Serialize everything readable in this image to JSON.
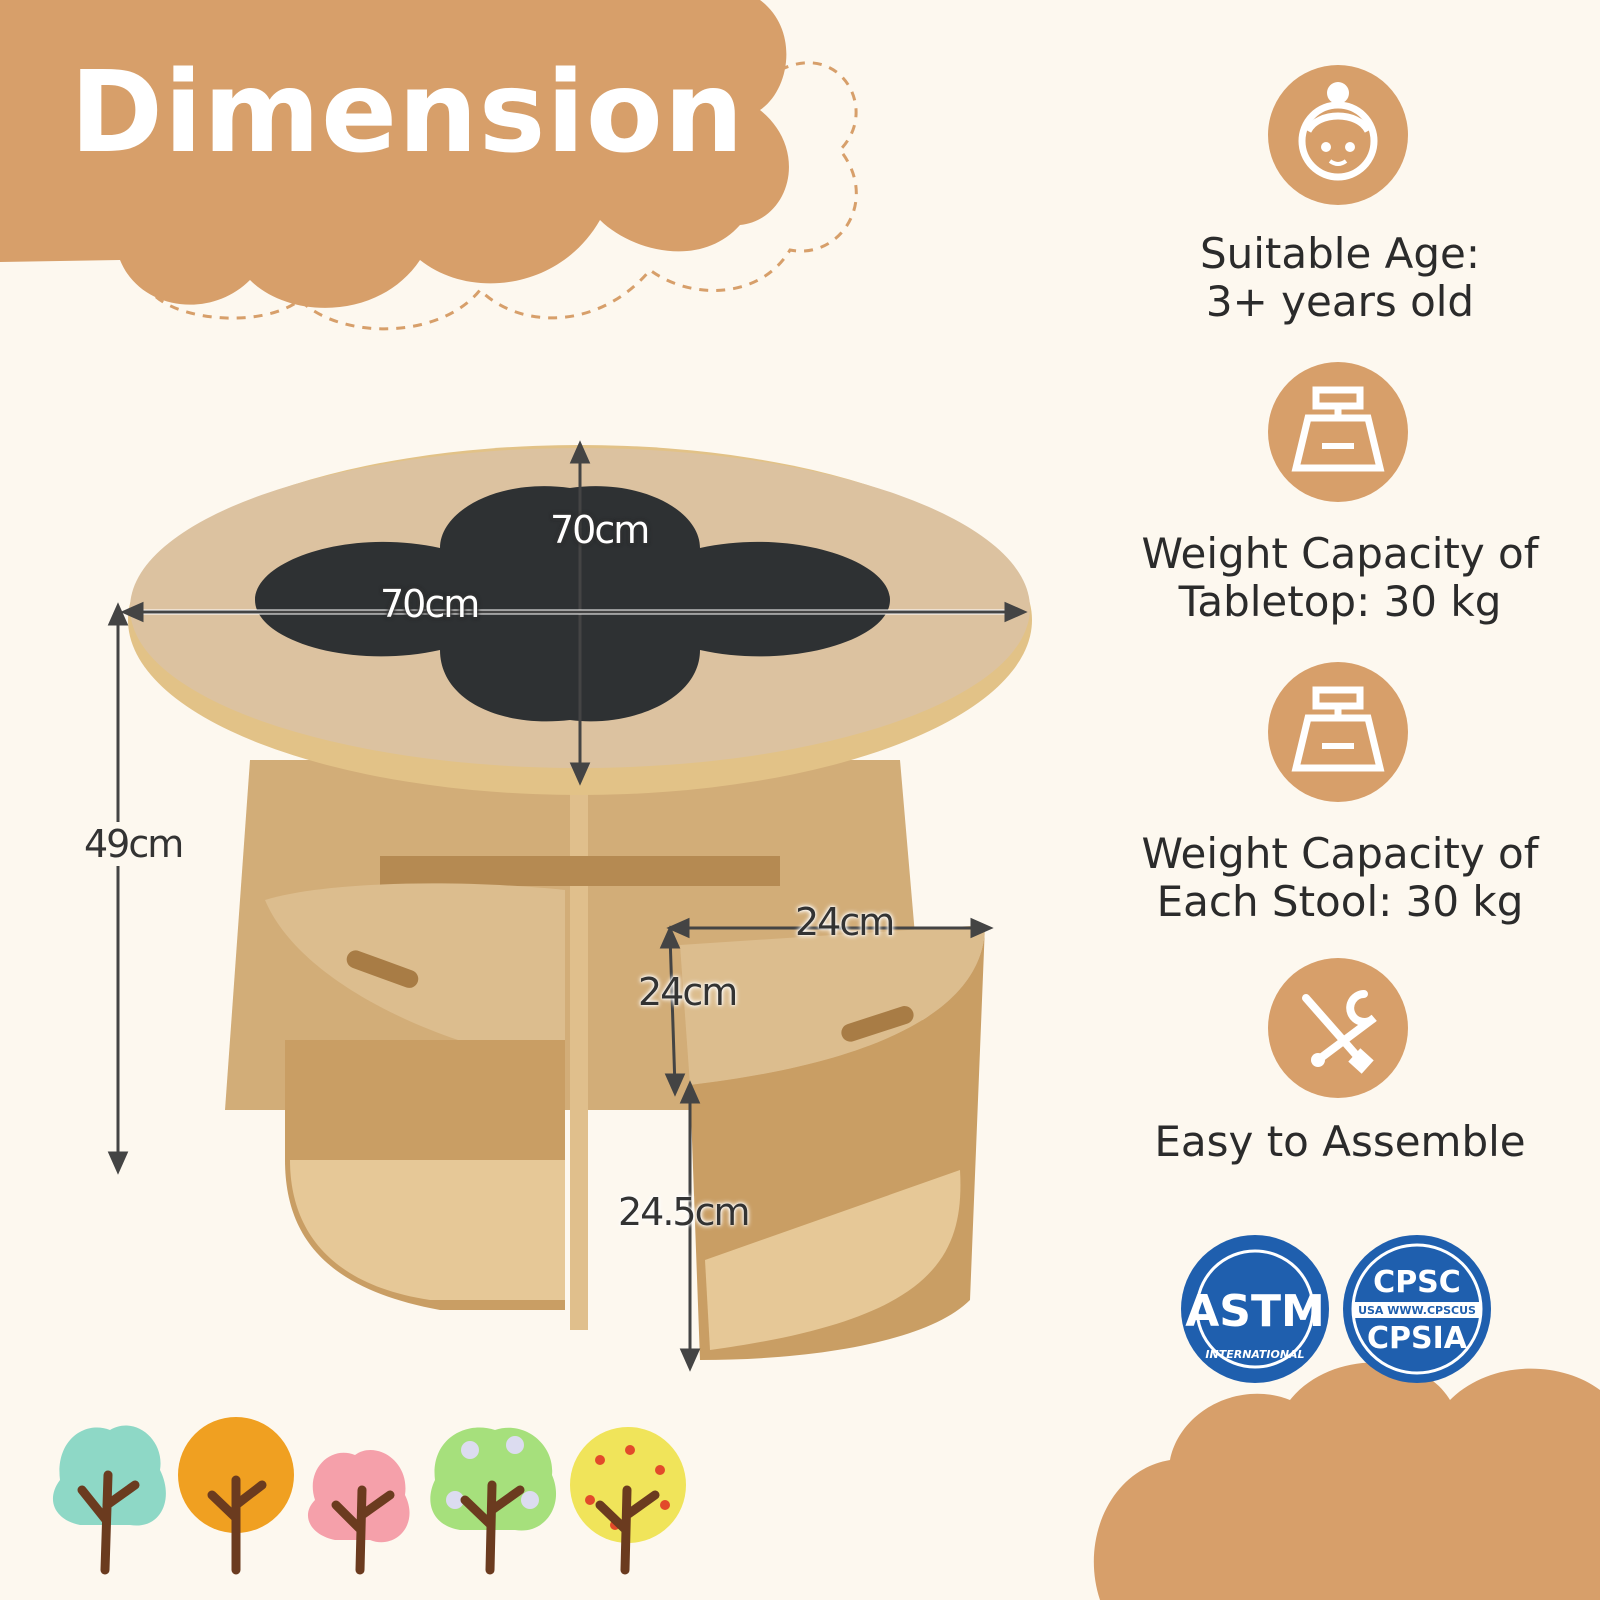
{
  "title": "Dimension",
  "dimensions": {
    "table_depth": "70cm",
    "table_width": "70cm",
    "table_height": "49cm",
    "stool_width": "24cm",
    "stool_depth": "24cm",
    "stool_height": "24.5cm"
  },
  "features": [
    {
      "icon": "child-face-icon",
      "line1": "Suitable Age:",
      "line2": "3+ years old"
    },
    {
      "icon": "weight-icon",
      "line1": "Weight Capacity of",
      "line2": "Tabletop: 30 kg"
    },
    {
      "icon": "weight-icon",
      "line1": "Weight Capacity of",
      "line2": "Each Stool: 30 kg"
    },
    {
      "icon": "tools-icon",
      "line1": "Easy to Assemble",
      "line2": ""
    }
  ],
  "badges": {
    "astm_top": "ASTM",
    "astm_bottom": "INTERNATIONAL",
    "cpsc_top": "CPSC",
    "cpsc_mid": "USA  WWW.CPSCUS",
    "cpsc_bottom": "CPSIA"
  },
  "colors": {
    "accent": "#d79f6a",
    "background": "#fdf8ef",
    "wood": "#d9b98a",
    "chalkboard": "#2e3133",
    "badge_blue": "#1f5fae"
  }
}
